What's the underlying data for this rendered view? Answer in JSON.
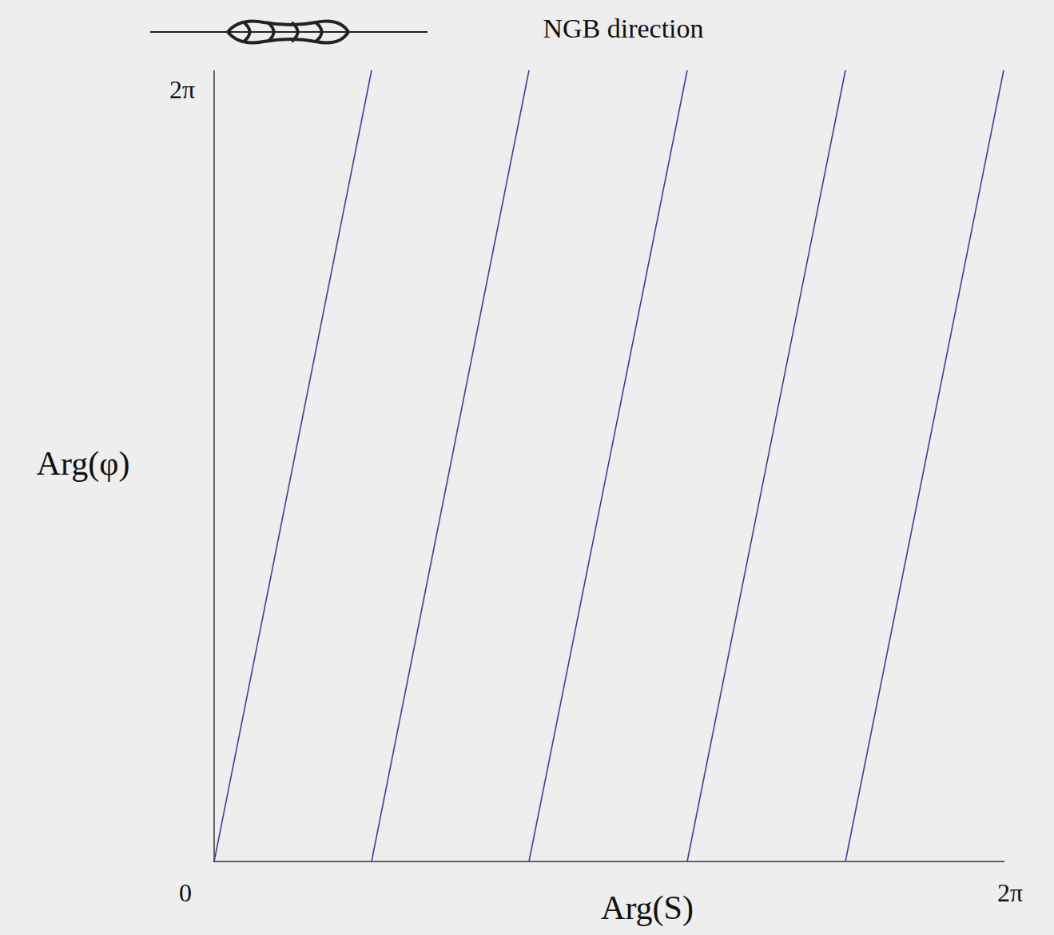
{
  "diagram": {
    "title": "NGB direction",
    "labels": [
      "2π",
      "Arg(φ)",
      "0",
      "Arg(S)",
      "2π"
    ]
  }
}
